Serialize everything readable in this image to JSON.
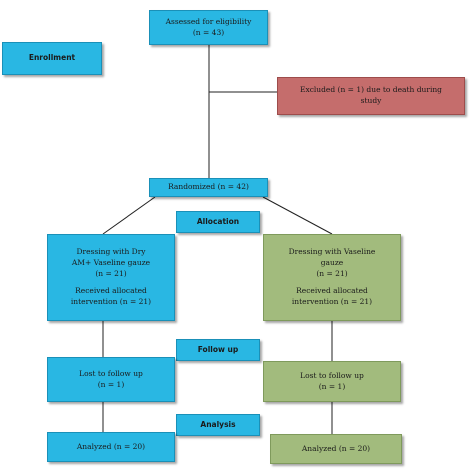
{
  "stages": {
    "enrollment": "Enrollment",
    "allocation": "Allocation",
    "follow_up": "Follow up",
    "analysis": "Analysis"
  },
  "assessed": {
    "line1": "Assessed for eligibility",
    "line2": "(n = 43)"
  },
  "excluded": {
    "line1": "Excluded (n = 1) due to death during",
    "line2": "study"
  },
  "randomized": {
    "text": "Randomized (n = 42)"
  },
  "left_arm": {
    "allocation": {
      "line1": "Dressing with Dry",
      "line2": "AM+ Vaseline gauze",
      "line3": "(n = 21)",
      "line4": "Received allocated",
      "line5": "intervention (n = 21)"
    },
    "followup": {
      "line1": "Lost to follow up",
      "line2": "(n = 1)"
    },
    "analysis": {
      "text": "Analyzed (n = 20)"
    }
  },
  "right_arm": {
    "allocation": {
      "line1": "Dressing with Vaseline",
      "line2": "gauze",
      "line3": "(n = 21)",
      "line4": "Received allocated",
      "line5": "intervention (n = 21)"
    },
    "followup": {
      "line1": "Lost to follow up",
      "line2": "(n = 1)"
    },
    "analysis": {
      "text": "Analyzed (n = 20)"
    }
  },
  "colors": {
    "stage_blue": "#29b7e3",
    "arm_green": "#a2bb7d",
    "excluded_red": "#c56d6c"
  }
}
